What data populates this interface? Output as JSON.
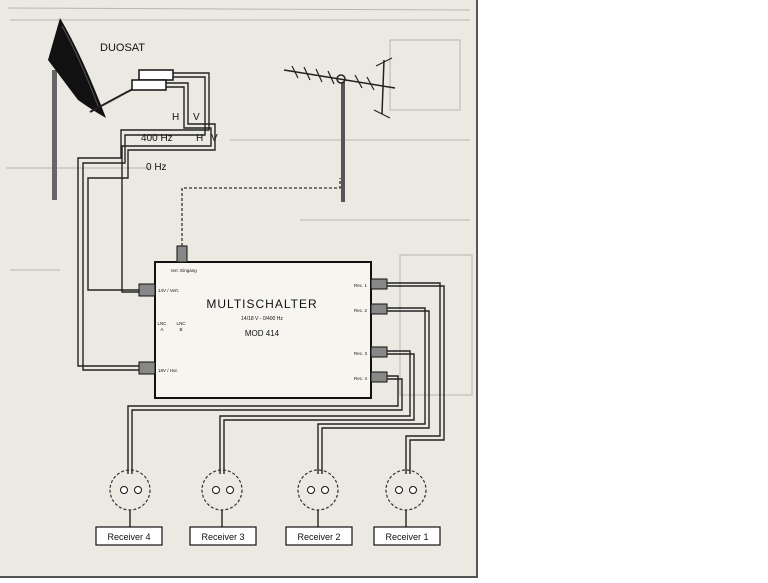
{
  "diagram": {
    "dish_brand": "DUOSAT",
    "feed_labels": {
      "h_top": "H",
      "v_top": "V",
      "freq_400": "400 Hz",
      "h_mid": "H",
      "v_mid": "V",
      "freq_0": "0 Hz"
    },
    "switch": {
      "title": "MULTISCHALTER",
      "spec": "14/18 V - 0/400 Hz",
      "model": "MOD 414",
      "terr_input": "terr. Eingang",
      "input_top": "14V / Vert.",
      "input_bottom": "18V / Hor.",
      "lnc_a_line1": "LNC",
      "lnc_a_line2": "A",
      "lnc_b_line1": "LNC",
      "lnc_b_line2": "B",
      "outputs": [
        "Rec. 1",
        "Rec. 2",
        "Rec. 3",
        "Rec. 4"
      ]
    },
    "receivers": [
      "Receiver 4",
      "Receiver 3",
      "Receiver 2",
      "Receiver 1"
    ]
  }
}
